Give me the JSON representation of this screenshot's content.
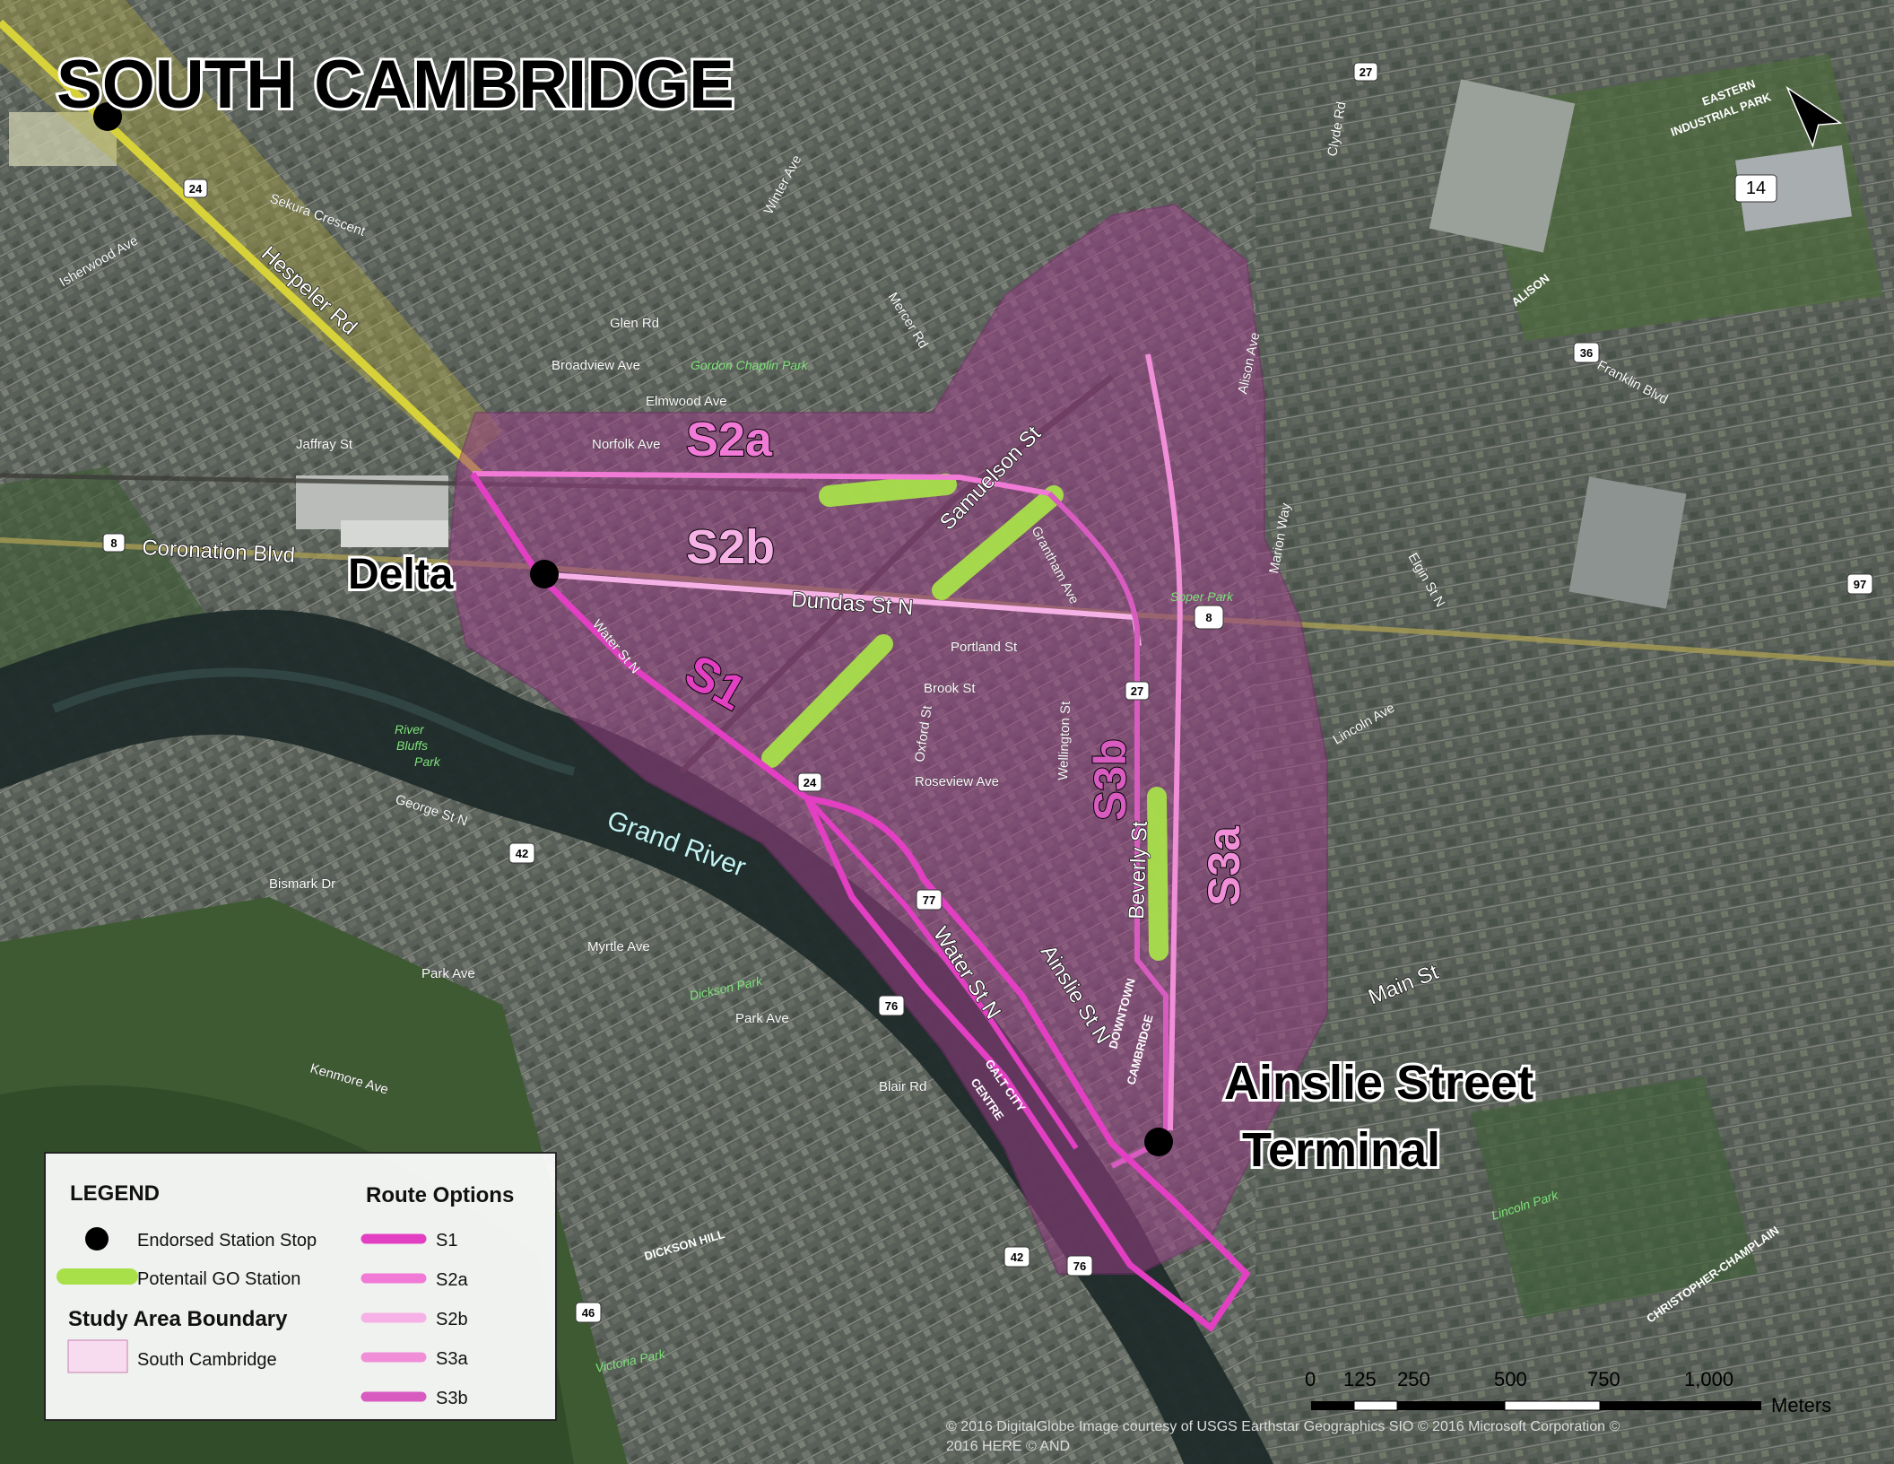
{
  "title": "SOUTH CAMBRIDGE",
  "stations": {
    "delta": "Delta",
    "ainslie_line1": "Ainslie Street",
    "ainslie_line2": "Terminal"
  },
  "routes": {
    "s1": "S1",
    "s2a": "S2a",
    "s2b": "S2b",
    "s3a": "S3a",
    "s3b": "S3b"
  },
  "colors": {
    "s1": "#e23fc2",
    "s2a": "#f07ad6",
    "s2b": "#f6b2e6",
    "s3a": "#f08ed8",
    "s3b": "#d85bc0",
    "go_station": "#a8e04a",
    "study_area": "#9a3f86",
    "hespeler": "#d8d23a"
  },
  "streets": {
    "hespeler": "Hespeler Rd",
    "coronation": "Coronation Blvd",
    "dundas": "Dundas St  N",
    "samuelson": "Samuelson St",
    "beverly": "Beverly St",
    "water_upper": "Water St N",
    "water_lower": "Water St N",
    "ainslie": "Ainslie St N",
    "main": "Main St",
    "norfolk": "Norfolk Ave",
    "elmwood": "Elmwood Ave",
    "broadview": "Broadview Ave",
    "glen": "Glen Rd",
    "jaffray": "Jaffray St",
    "george": "George St N",
    "roseview": "Roseview Ave",
    "portland": "Portland St",
    "brook": "Brook St",
    "franklin": "Franklin Blvd",
    "myrtle": "Myrtle Ave",
    "park": "Park Ave",
    "kenmore": "Kenmore Ave",
    "blair": "Blair Rd",
    "bismark": "Bismark Dr",
    "isherwood": "Isherwood Ave",
    "sekura": "Sekura Crescent",
    "winter": "Winter Ave",
    "mercer": "Mercer Rd",
    "clyde": "Clyde Rd",
    "lincoln": "Lincoln Ave",
    "elgin": "Elgin St N",
    "marion": "Marion Way",
    "alison": "Alison Ave",
    "wellington": "Wellington St",
    "oxford": "Oxford St",
    "grantham": "Grantham Ave"
  },
  "parks": {
    "gordon": "Gordon Chaplin Park",
    "dickson": "Dickson Park",
    "victoria": "Victoria Park",
    "lincoln": "Lincoln Park",
    "river_bluffs_1": "River",
    "river_bluffs_2": "Bluffs",
    "river_bluffs_3": "Park",
    "soper": "Soper Park"
  },
  "districts": {
    "eastern_1": "EASTERN",
    "eastern_2": "INDUSTRIAL PARK",
    "alison": "ALISON",
    "dickson_hill": "DICKSON HILL",
    "christopher": "CHRISTOPHER-CHAMPLAIN",
    "galt_1": "GALT CITY",
    "galt_2": "CENTRE",
    "downtown_1": "DOWNTOWN",
    "downtown_2": "CAMBRIDGE"
  },
  "river": "Grand River",
  "shields": [
    "24",
    "8",
    "27",
    "36",
    "97",
    "42",
    "76",
    "46",
    "77",
    "24",
    "14"
  ],
  "legend": {
    "title": "LEGEND",
    "routes_title": "Route Options",
    "endorsed": "Endorsed Station Stop",
    "go": "Potentail GO Station",
    "study_title": "Study Area Boundary",
    "study_item": "South Cambridge",
    "route_items": [
      "S1",
      "S2a",
      "S2b",
      "S3a",
      "S3b"
    ]
  },
  "scale": {
    "ticks": [
      "0",
      "125",
      "250",
      "500",
      "750",
      "1,000"
    ],
    "unit": "Meters"
  },
  "credit_1": "© 2016 DigitalGlobe Image courtesy of USGS Earthstar Geographics  SIO © 2016 Microsoft Corporation ©",
  "credit_2": "2016 HERE © AND"
}
